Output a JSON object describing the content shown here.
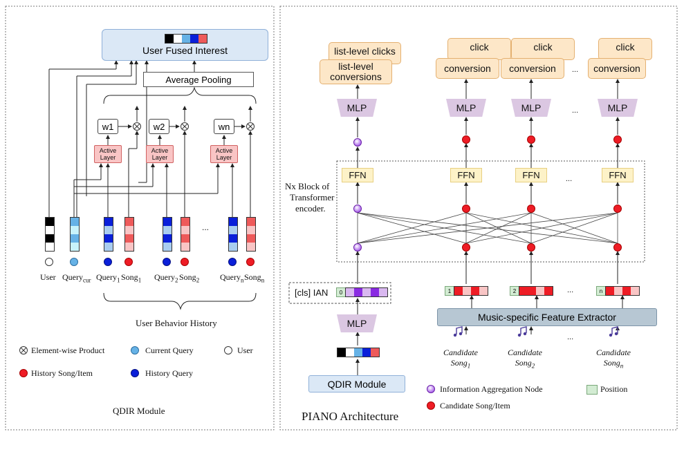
{
  "qdir": {
    "title": "QDIR Module",
    "fused_interest": "User Fused Interest",
    "average_pooling": "Average Pooling",
    "weights": [
      "w1",
      "w2",
      "wn"
    ],
    "active_layer": "Active Layer",
    "ellipsis": "...",
    "inputs": {
      "user": "User",
      "query_cur_main": "Query",
      "query_cur_sub": "cur",
      "query1_main": "Query",
      "query1_sub": "1",
      "song1_main": "Song",
      "song1_sub": "1",
      "query2_main": "Query",
      "query2_sub": "2",
      "song2_main": "Song",
      "song2_sub": "2",
      "queryn_main": "Query",
      "queryn_sub": "n",
      "songn_main": "Song",
      "songn_sub": "n"
    },
    "behavior_history": "User Behavior History",
    "legend": {
      "elementwise": "Element-wise Product",
      "current_query": "Current Query",
      "user": "User",
      "history_song": "History Song/Item",
      "history_query": "History Query"
    },
    "colors": {
      "red": "#ee1c25",
      "dark_blue": "#0a1fd9",
      "light_blue": "#66b2e6",
      "fused_bg": "#dbe8f6"
    }
  },
  "piano": {
    "title": "PIANO Architecture",
    "outputs": {
      "listlevel_clicks": "list-level clicks",
      "listlevel_conversions": "list-level conversions",
      "click": "click",
      "conversion": "conversion"
    },
    "mlp": "MLP",
    "ffn": "FFN",
    "ellipsis": "...",
    "block_note_line1": "Nx Block of",
    "block_note_line2": "Transformer",
    "block_note_line3": "encoder.",
    "cls_label": "[cls] IAN",
    "positions": [
      "0",
      "1",
      "2",
      "n"
    ],
    "extractor": "Music-specific Feature Extractor",
    "qdir_module": "QDIR Module",
    "candidates": [
      {
        "main": "Candidate",
        "sub_main": "Song",
        "sub": "1"
      },
      {
        "main": "Candidate",
        "sub_main": "Song",
        "sub": "2"
      },
      {
        "main": "Candidate",
        "sub_main": "Song",
        "sub": "n"
      }
    ],
    "legend": {
      "ian": "Information Aggregation Node",
      "position": "Position",
      "candidate": "Candidate Song/Item"
    },
    "colors": {
      "purple": "#8a2be2",
      "red": "#ee1c25",
      "extractor_bg": "#b7c7d3"
    }
  }
}
